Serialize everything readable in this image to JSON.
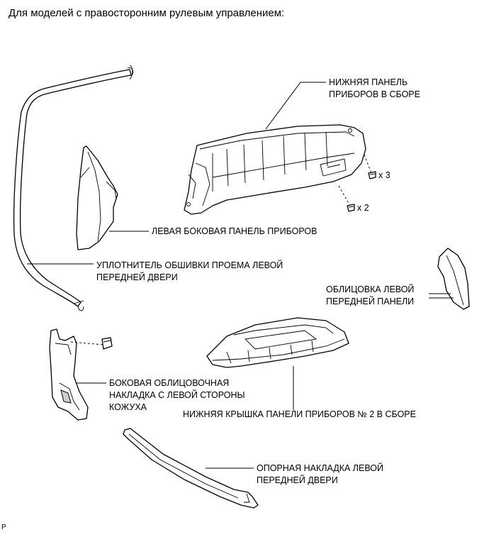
{
  "heading": "Для моделей с правосторонним рулевым управлением:",
  "figure_id": "P",
  "callouts": [
    {
      "id": "lower-instrument-panel-assy",
      "lines": [
        "НИЖНЯЯ ПАНЕЛЬ",
        "ПРИБОРОВ В СБОРЕ"
      ]
    },
    {
      "id": "left-side-instrument-panel",
      "lines": [
        "ЛЕВАЯ БОКОВАЯ ПАНЕЛЬ ПРИБОРОВ"
      ]
    },
    {
      "id": "left-front-door-opening-trim-weatherstrip",
      "lines": [
        "УПЛОТНИТЕЛЬ ОБШИВКИ ПРОЕМА ЛЕВОЙ",
        "ПЕРЕДНЕЙ ДВЕРИ"
      ]
    },
    {
      "id": "left-front-panel-garnish",
      "lines": [
        "ОБЛИЦОВКА ЛЕВОЙ",
        "ПЕРЕДНЕЙ ПАНЕЛИ"
      ]
    },
    {
      "id": "cowl-side-trim-board-lh",
      "lines": [
        "БОКОВАЯ ОБЛИЦОВОЧНАЯ",
        "НАКЛАДКА С ЛЕВОЙ СТОРОНЫ",
        "КОЖУХА"
      ]
    },
    {
      "id": "lower-instrument-panel-cover-no2",
      "lines": [
        "НИЖНЯЯ КРЫШКА ПАНЕЛИ ПРИБОРОВ № 2 В СБОРЕ"
      ]
    },
    {
      "id": "front-door-scuff-plate-lh",
      "lines": [
        "ОПОРНАЯ НАКЛАДКА ЛЕВОЙ",
        "ПЕРЕДНЕЙ ДВЕРИ"
      ]
    }
  ],
  "fasteners": [
    {
      "id": "screw-upper",
      "qty": "x 3"
    },
    {
      "id": "screw-lower",
      "qty": "x 2"
    }
  ]
}
